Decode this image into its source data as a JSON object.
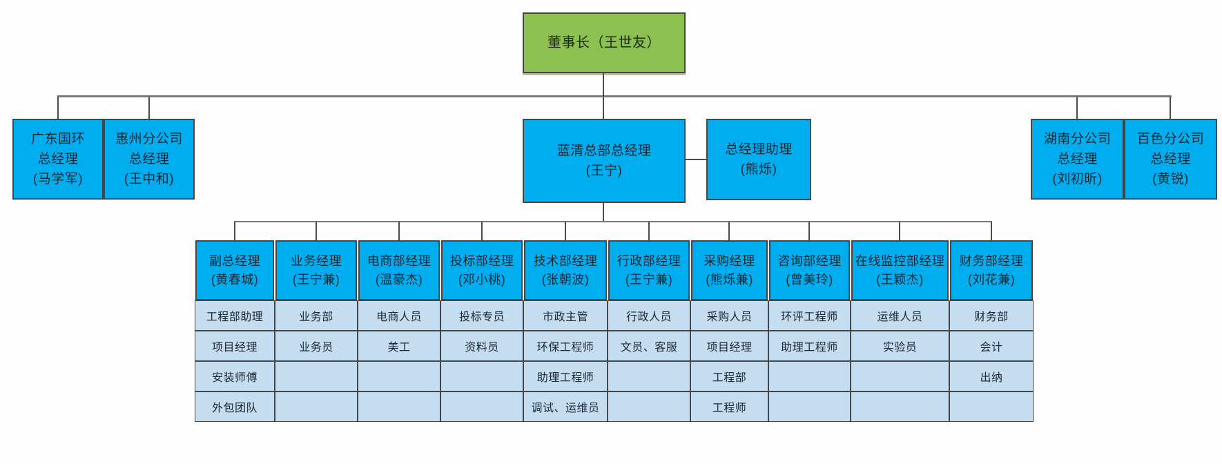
{
  "chairman": {
    "label": "董事长（王世友）"
  },
  "level2": {
    "left": [
      {
        "lines": [
          "广东国环",
          "总经理",
          "(马学军)"
        ]
      },
      {
        "lines": [
          "惠州分公司",
          "总经理",
          "(王中和)"
        ]
      }
    ],
    "center": {
      "lines": [
        "蓝清总部总经理",
        "(王宁)"
      ]
    },
    "assistant": {
      "lines": [
        "总经理助理",
        "(熊烁)"
      ]
    },
    "right": [
      {
        "lines": [
          "湖南分公司",
          "总经理",
          "(刘初昕)"
        ]
      },
      {
        "lines": [
          "百色分公司",
          "总经理",
          "(黄锐)"
        ]
      }
    ]
  },
  "departments": {
    "columns": [
      {
        "head": [
          "副总经理",
          "(黄春城)"
        ],
        "rows": [
          "工程部助理",
          "项目经理",
          "安装师傅",
          "外包团队"
        ]
      },
      {
        "head": [
          "业务经理",
          "(王宁兼)"
        ],
        "rows": [
          "业务部",
          "业务员",
          "",
          ""
        ]
      },
      {
        "head": [
          "电商部经理",
          "(温豪杰)"
        ],
        "rows": [
          "电商人员",
          "美工",
          "",
          ""
        ]
      },
      {
        "head": [
          "投标部经理",
          "(邓小桃)"
        ],
        "rows": [
          "投标专员",
          "资料员",
          "",
          ""
        ]
      },
      {
        "head": [
          "技术部经理",
          "(张朝波)"
        ],
        "rows": [
          "市政主管",
          "环保工程师",
          "助理工程师",
          "调试、运维员"
        ]
      },
      {
        "head": [
          "行政部经理",
          "(王宁兼)"
        ],
        "rows": [
          "行政人员",
          "文员、客服",
          "",
          ""
        ]
      },
      {
        "head": [
          "采购经理",
          "(熊烁兼)"
        ],
        "rows": [
          "采购人员",
          "项目经理",
          "工程部",
          "工程师"
        ]
      },
      {
        "head": [
          "咨询部经理",
          "(曾美玲)"
        ],
        "rows": [
          "环评工程师",
          "助理工程师",
          "",
          ""
        ]
      },
      {
        "head": [
          "在线监控部经理",
          "(王颖杰)"
        ],
        "rows": [
          "运维人员",
          "实验员",
          "",
          ""
        ]
      },
      {
        "head": [
          "财务部经理",
          "(刘花兼)"
        ],
        "rows": [
          "财务部",
          "会计",
          "出纳",
          ""
        ]
      }
    ]
  },
  "colors": {
    "chairman_bg": "#8CC152",
    "node_bg": "#00AEEF",
    "cell_bg": "#C5DDF1",
    "box_border": "#454545",
    "connector": "#7A7A7A",
    "text": "#152733"
  }
}
